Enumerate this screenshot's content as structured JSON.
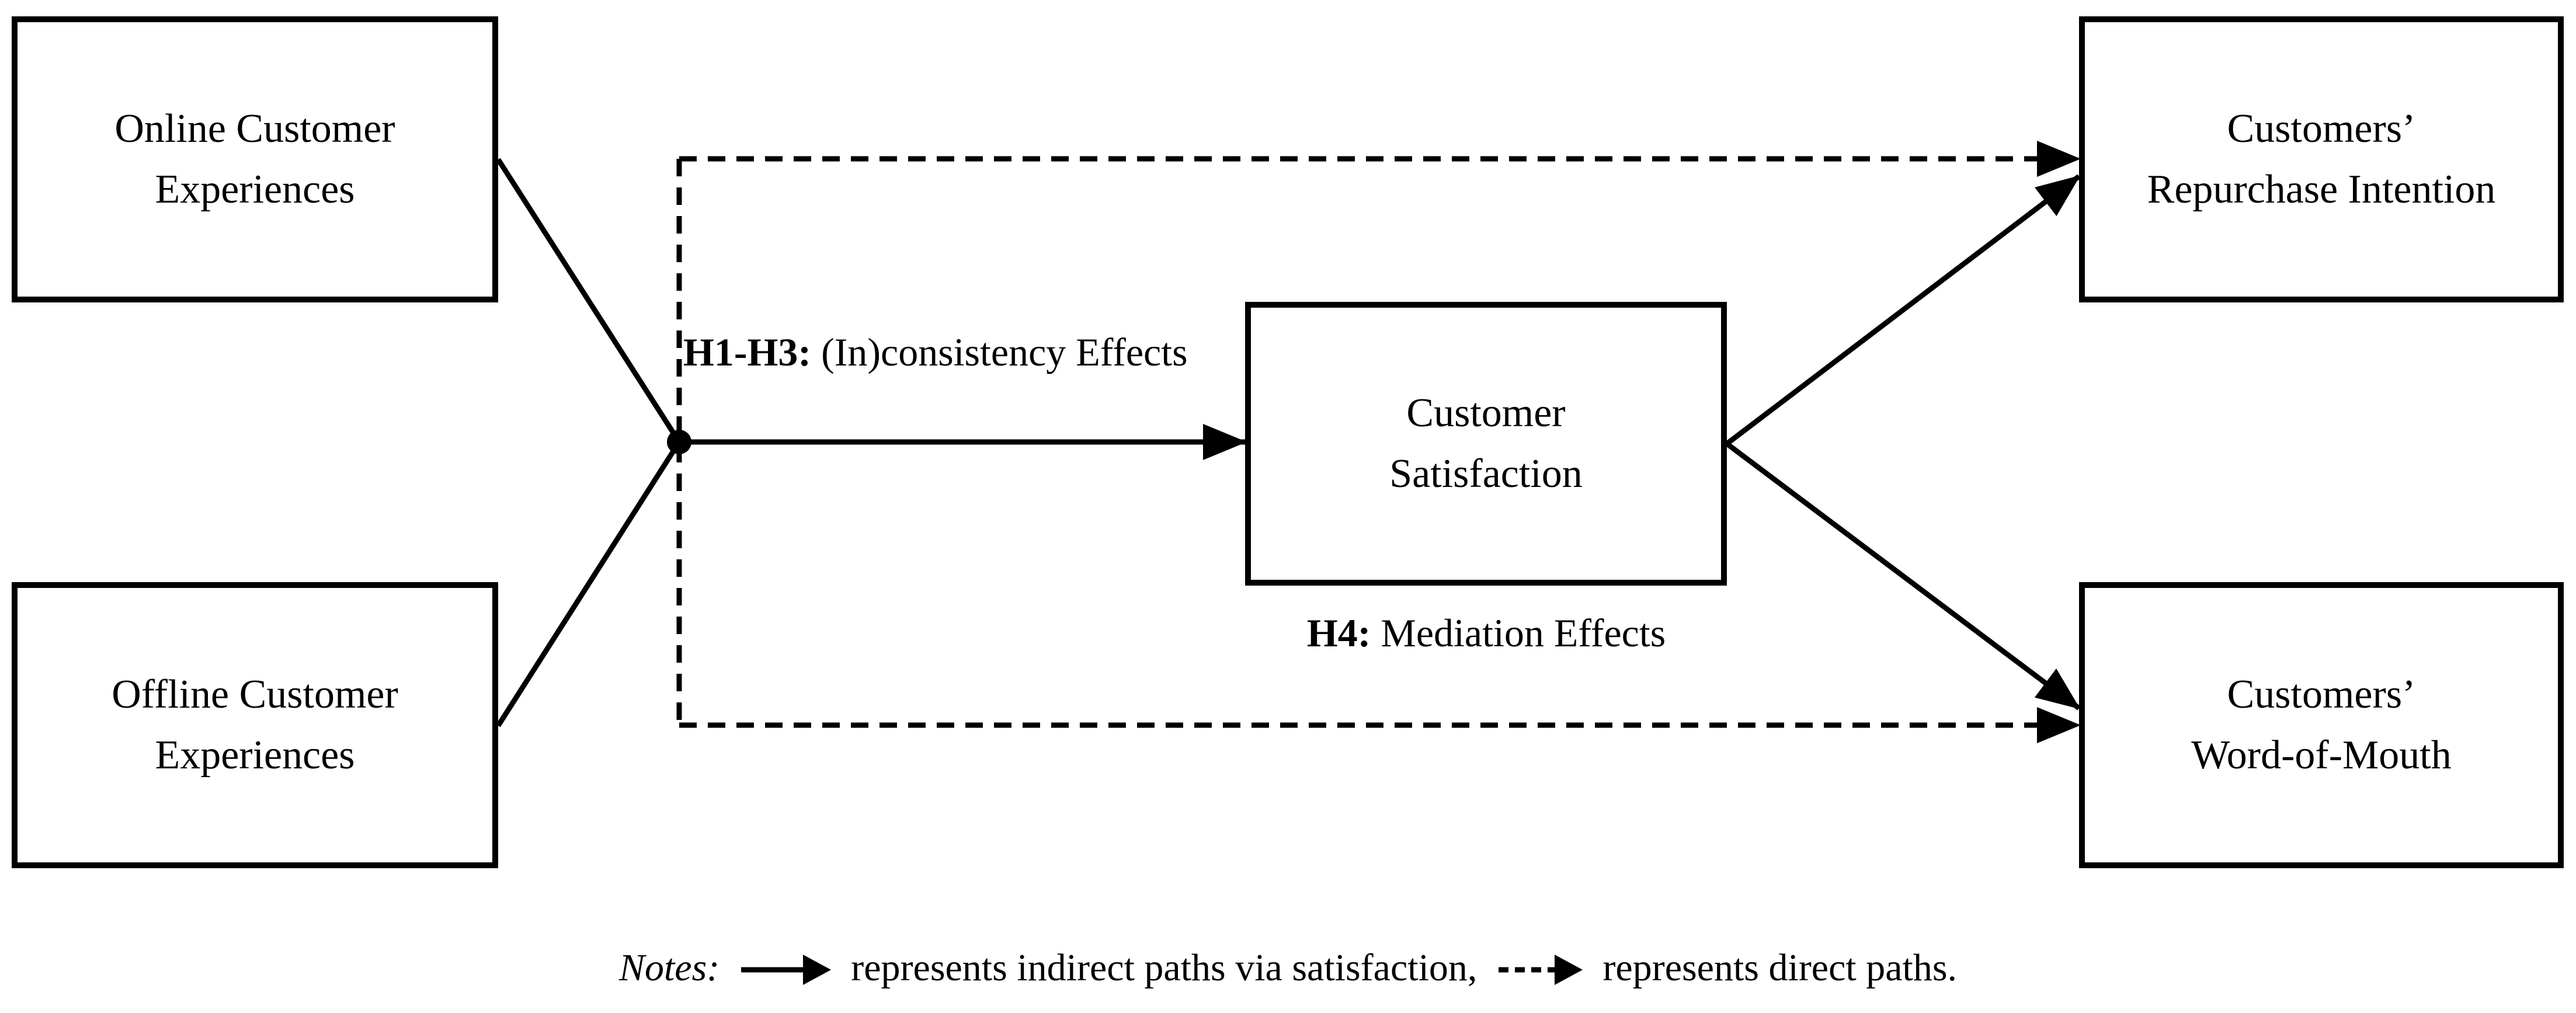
{
  "diagram": {
    "nodes": {
      "online": {
        "line1": "Online Customer",
        "line2": "Experiences"
      },
      "offline": {
        "line1": "Offline Customer",
        "line2": "Experiences"
      },
      "satisfaction": {
        "line1": "Customer",
        "line2": "Satisfaction"
      },
      "repurchase": {
        "line1": "Customers’",
        "line2": "Repurchase Intention"
      },
      "wom": {
        "line1": "Customers’",
        "line2": "Word-of-Mouth"
      }
    },
    "labels": {
      "h13_prefix": "H1-H3:",
      "h13_text": "(In)consistency Effects",
      "h4_prefix": "H4:",
      "h4_text": " Mediation Effects"
    },
    "notes": {
      "label": "Notes:",
      "indirect_text": " represents indirect paths via satisfaction,",
      "direct_text": " represents direct paths."
    },
    "legend": {
      "solid_arrow_meaning": "indirect paths via satisfaction",
      "dashed_arrow_meaning": "direct paths"
    },
    "colors": {
      "line": "#000000",
      "background": "#ffffff"
    }
  }
}
